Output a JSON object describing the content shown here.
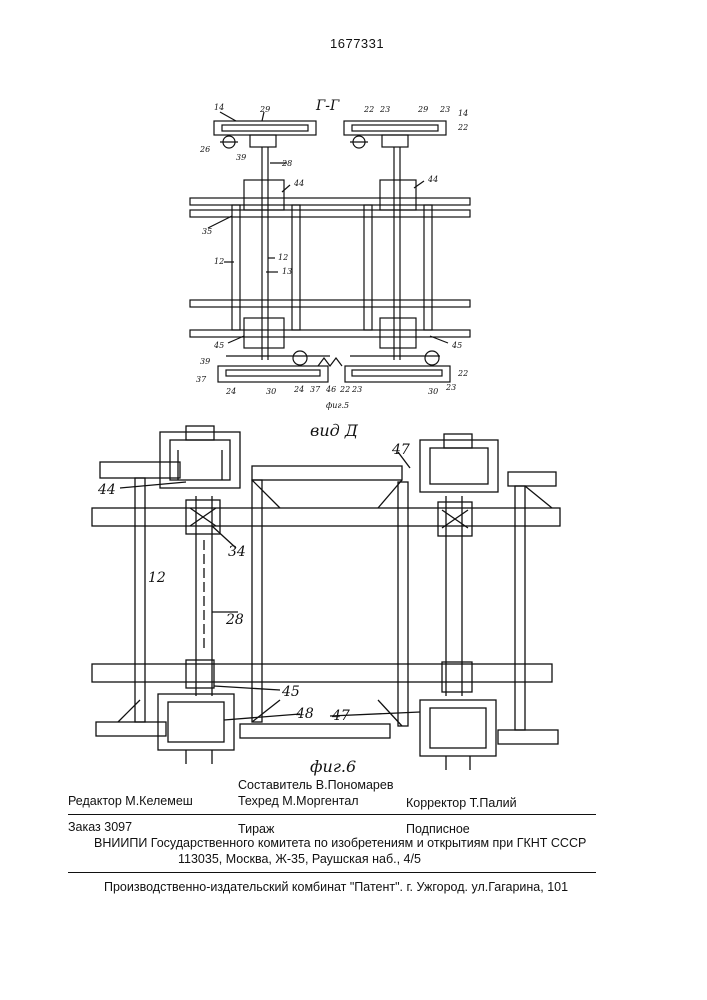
{
  "patent_number": "1677331",
  "fig5": {
    "section_label": "Г-Г",
    "caption": "фиг.5",
    "labels": {
      "n14a": "14",
      "n29a": "29",
      "n26": "26",
      "n39a": "39",
      "n28": "28",
      "n22a": "22",
      "n23a": "23",
      "n29b": "29",
      "n23b": "23",
      "n14b": "14",
      "n22b": "22",
      "n44a": "44",
      "n44b": "44",
      "n35": "35",
      "n12a": "12",
      "n12b": "12",
      "n13": "13",
      "n45a": "45",
      "n45b": "45",
      "n39b": "39",
      "n37a": "37",
      "n24a": "24",
      "n30a": "30",
      "n24b": "24",
      "n37b": "37",
      "n46": "46",
      "n22c": "22",
      "n23c": "23",
      "n30b": "30",
      "n22d": "22",
      "n23d": "23"
    }
  },
  "fig6": {
    "view_label": "вид Д",
    "caption": "фиг.6",
    "labels": {
      "n47a": "47",
      "n44": "44",
      "n34": "34",
      "n12": "12",
      "n28": "28",
      "n45": "45",
      "n48": "48",
      "n47b": "47"
    }
  },
  "imprint": {
    "editor": "Редактор  М.Келемеш",
    "compiler": "Составитель В.Пономарев",
    "techred": "Техред М.Моргентал",
    "corrector": "Корректор  Т.Палий",
    "order": "Заказ  3097",
    "circulation": "Тираж",
    "subscription": "Подписное",
    "org": "ВНИИПИ Государственного комитета по изобретениям и открытиям при ГКНТ СССР",
    "address": "113035, Москва, Ж-35, Раушская наб., 4/5",
    "publisher": "Производственно-издательский комбинат \"Патент\". г. Ужгород. ул.Гагарина, 101"
  }
}
